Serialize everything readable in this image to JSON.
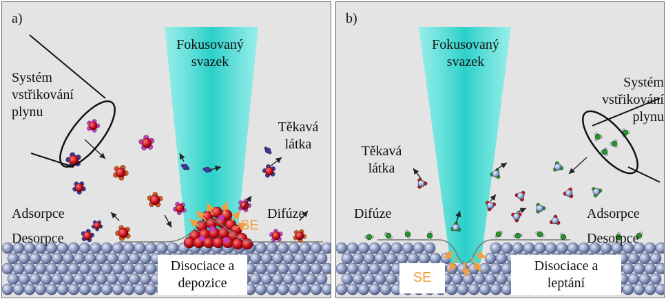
{
  "panel_a": {
    "tag": "a)",
    "beam": [
      "Fokusovaný",
      "svazek"
    ],
    "injector": [
      "Systém",
      "vstřikování",
      "plynu"
    ],
    "volatile": [
      "Těkavá",
      "látka"
    ],
    "adsorption": "Adsorpce",
    "desorption": "Desorpce",
    "diffusion": "Difúze",
    "se": "SE",
    "process": [
      "Disociace a",
      "depozice"
    ]
  },
  "panel_b": {
    "tag": "b)",
    "beam": [
      "Fokusovaný",
      "svazek"
    ],
    "injector": [
      "Systém",
      "vstřikování",
      "plynu"
    ],
    "volatile": [
      "Těkavá",
      "látka"
    ],
    "diffusion": "Difúze",
    "adsorption": "Adsorpce",
    "desorption": "Desorpce",
    "se": "SE",
    "process": [
      "Disociace a",
      "leptání"
    ]
  },
  "colors": {
    "beam": "#40e0d8",
    "substrate": "#8894b8",
    "precursor_a_center": "#c0101a",
    "precursor_a_ligand": "#c040c0",
    "precursor_b_center": "#8aa8d8",
    "precursor_b_ligand": "#1f9a2a",
    "secondary_electrons": "#f0a040"
  }
}
